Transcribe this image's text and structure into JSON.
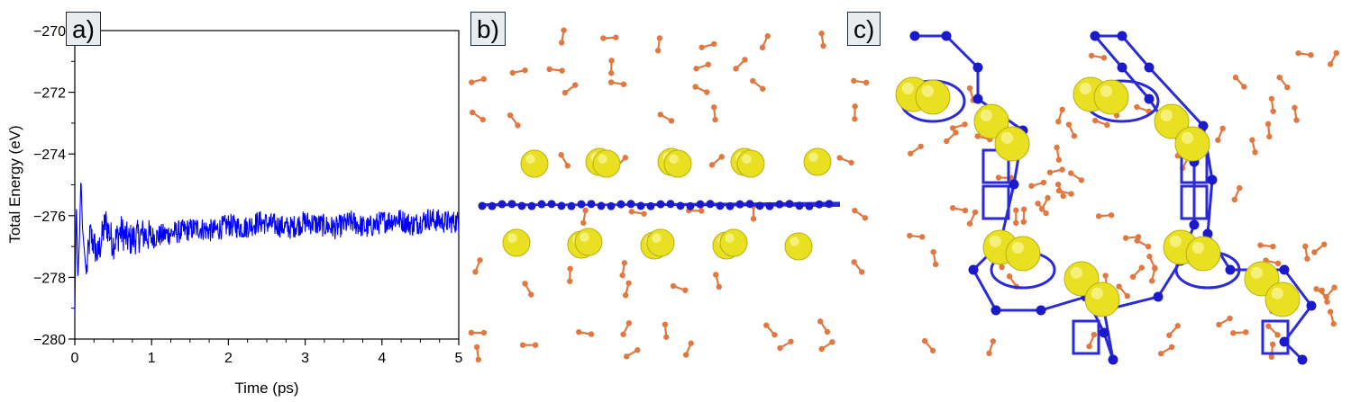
{
  "panels": {
    "a_label": "a)",
    "b_label": "b)",
    "c_label": "c)"
  },
  "colors": {
    "energy_line": "#0000ff",
    "framework_bond": "#2a2ad8",
    "framework_atom": "#1a1acc",
    "guest_atom": "#e07840",
    "cation": "#e8e020"
  },
  "chart_data": {
    "type": "line",
    "xlabel": "Time (ps)",
    "ylabel": "Total Energy (eV)",
    "xlim": [
      0,
      5
    ],
    "ylim": [
      -280,
      -270
    ],
    "xticks": [
      0,
      1,
      2,
      3,
      4,
      5
    ],
    "yticks": [
      -280,
      -278,
      -276,
      -274,
      -272,
      -270
    ],
    "xtick_labels": [
      "0",
      "1",
      "2",
      "3",
      "4",
      "5"
    ],
    "ytick_labels": [
      "−280",
      "−278",
      "−276",
      "−274",
      "−272",
      "−270"
    ],
    "grid": false,
    "series": [
      {
        "x": [
          0,
          0.02,
          0.04,
          0.06,
          0.08,
          0.1,
          0.15,
          0.2,
          0.3,
          0.4,
          0.5,
          0.6,
          0.7,
          0.8,
          0.9,
          1.0,
          1.2,
          1.4,
          1.6,
          1.8,
          2.0,
          2.2,
          2.4,
          2.6,
          2.8,
          3.0,
          3.2,
          3.4,
          3.6,
          3.8,
          4.0,
          4.2,
          4.4,
          4.6,
          4.8,
          5.0
        ],
        "y": [
          -279.2,
          -275.5,
          -278.1,
          -276.8,
          -274.7,
          -276.4,
          -277.9,
          -276.6,
          -277.3,
          -276.2,
          -276.9,
          -276.5,
          -276.8,
          -276.7,
          -276.6,
          -276.7,
          -276.6,
          -276.5,
          -276.4,
          -276.5,
          -276.3,
          -276.4,
          -276.2,
          -276.3,
          -276.4,
          -276.2,
          -276.3,
          -276.4,
          -276.2,
          -276.4,
          -276.2,
          -276.1,
          -276.3,
          -276.1,
          -276.2,
          -276.2
        ]
      }
    ]
  }
}
